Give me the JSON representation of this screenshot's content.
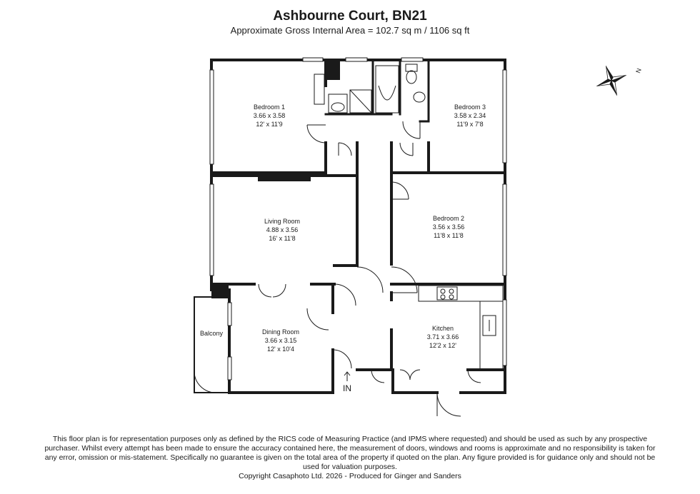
{
  "header": {
    "title": "Ashbourne Court, BN21",
    "subtitle": "Approximate Gross Internal Area = 102.7 sq m / 1106 sq ft"
  },
  "rooms": {
    "bedroom1": {
      "name": "Bedroom 1",
      "metric": "3.66 x 3.58",
      "imperial": "12' x 11'9"
    },
    "bedroom3": {
      "name": "Bedroom 3",
      "metric": "3.58 x 2.34",
      "imperial": "11'9 x 7'8"
    },
    "bedroom2": {
      "name": "Bedroom 2",
      "metric": "3.56 x 3.56",
      "imperial": "11'8 x 11'8"
    },
    "living": {
      "name": "Living Room",
      "metric": "4.88 x 3.56",
      "imperial": "16' x 11'8"
    },
    "dining": {
      "name": "Dining Room",
      "metric": "3.66 x 3.15",
      "imperial": "12' x 10'4"
    },
    "kitchen": {
      "name": "Kitchen",
      "metric": "3.71 x 3.66",
      "imperial": "12'2 x 12'"
    },
    "balcony": {
      "name": "Balcony"
    }
  },
  "entrance": {
    "label": "IN"
  },
  "compass": {
    "label": "N",
    "icon": "compass-rose-icon"
  },
  "footer": {
    "disclaimer": "This floor plan is for representation purposes only as defined by the RICS code of Measuring Practice (and IPMS where requested) and should be used as such by any prospective purchaser. Whilst every attempt has been made to ensure the accuracy contained here, the measurement of doors, windows and rooms is approximate and no responsibility is taken for any error, omission or mis-statement. Specifically no guarantee is given on the total area of the property if quoted on the plan. Any figure provided is for guidance only and should not be used for valuation purposes.",
    "copyright": "Copyright Casaphoto Ltd. 2026 - Produced for Ginger and Sanders"
  },
  "colors": {
    "wall": "#1a1a1a",
    "background": "#ffffff",
    "window": "#ffffff"
  }
}
